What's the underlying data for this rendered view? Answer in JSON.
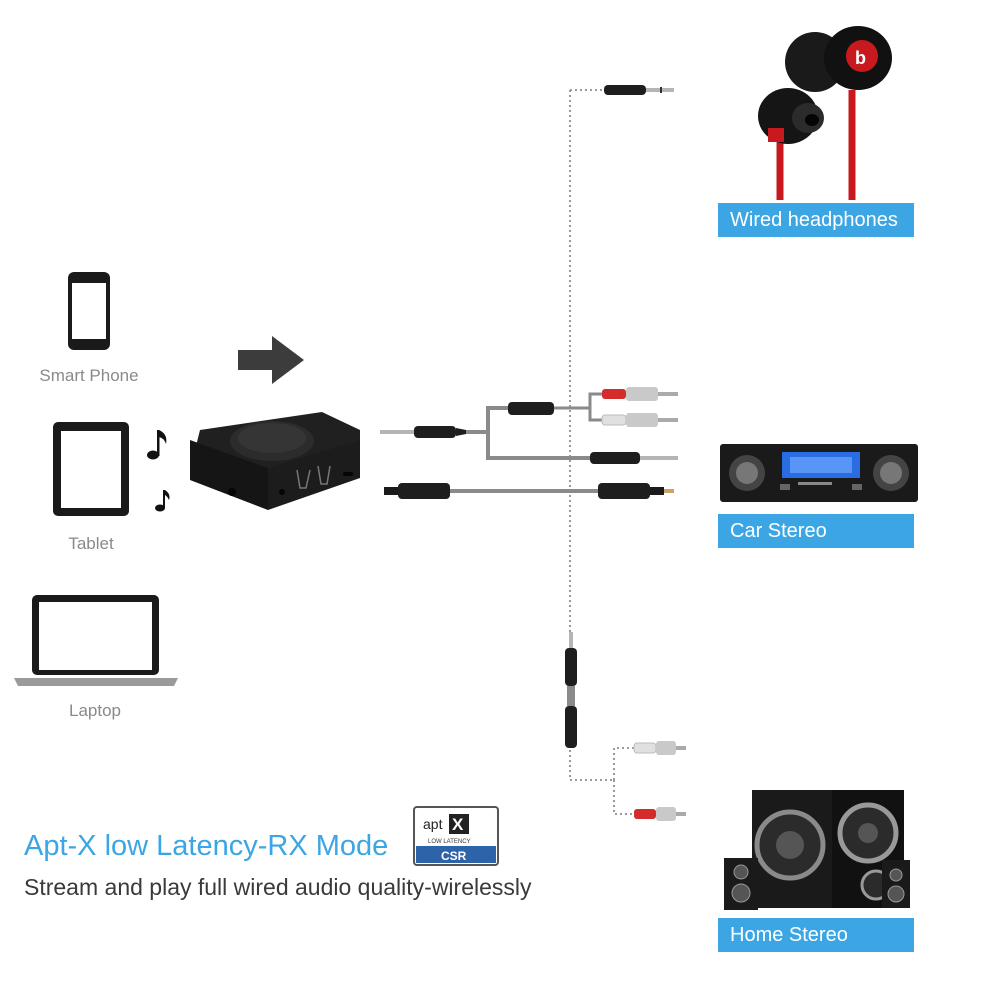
{
  "sources": {
    "smartphone_label": "Smart Phone",
    "tablet_label": "Tablet",
    "laptop_label": "Laptop"
  },
  "outputs": {
    "headphones_label": "Wired headphones",
    "car_stereo_label": "Car Stereo",
    "home_stereo_label": "Home Stereo"
  },
  "badge": {
    "brand": "apt",
    "mark": "X",
    "tagline": "LOW LATENCY",
    "maker": "CSR"
  },
  "headline": "Apt-X low Latency-RX Mode",
  "subline": "Stream and play full wired audio quality-wirelessly",
  "colors": {
    "accent": "#3ba6e3",
    "device": "#1c1c1c",
    "rca_red": "#d42b2b",
    "headphone_red": "#c8191e"
  }
}
